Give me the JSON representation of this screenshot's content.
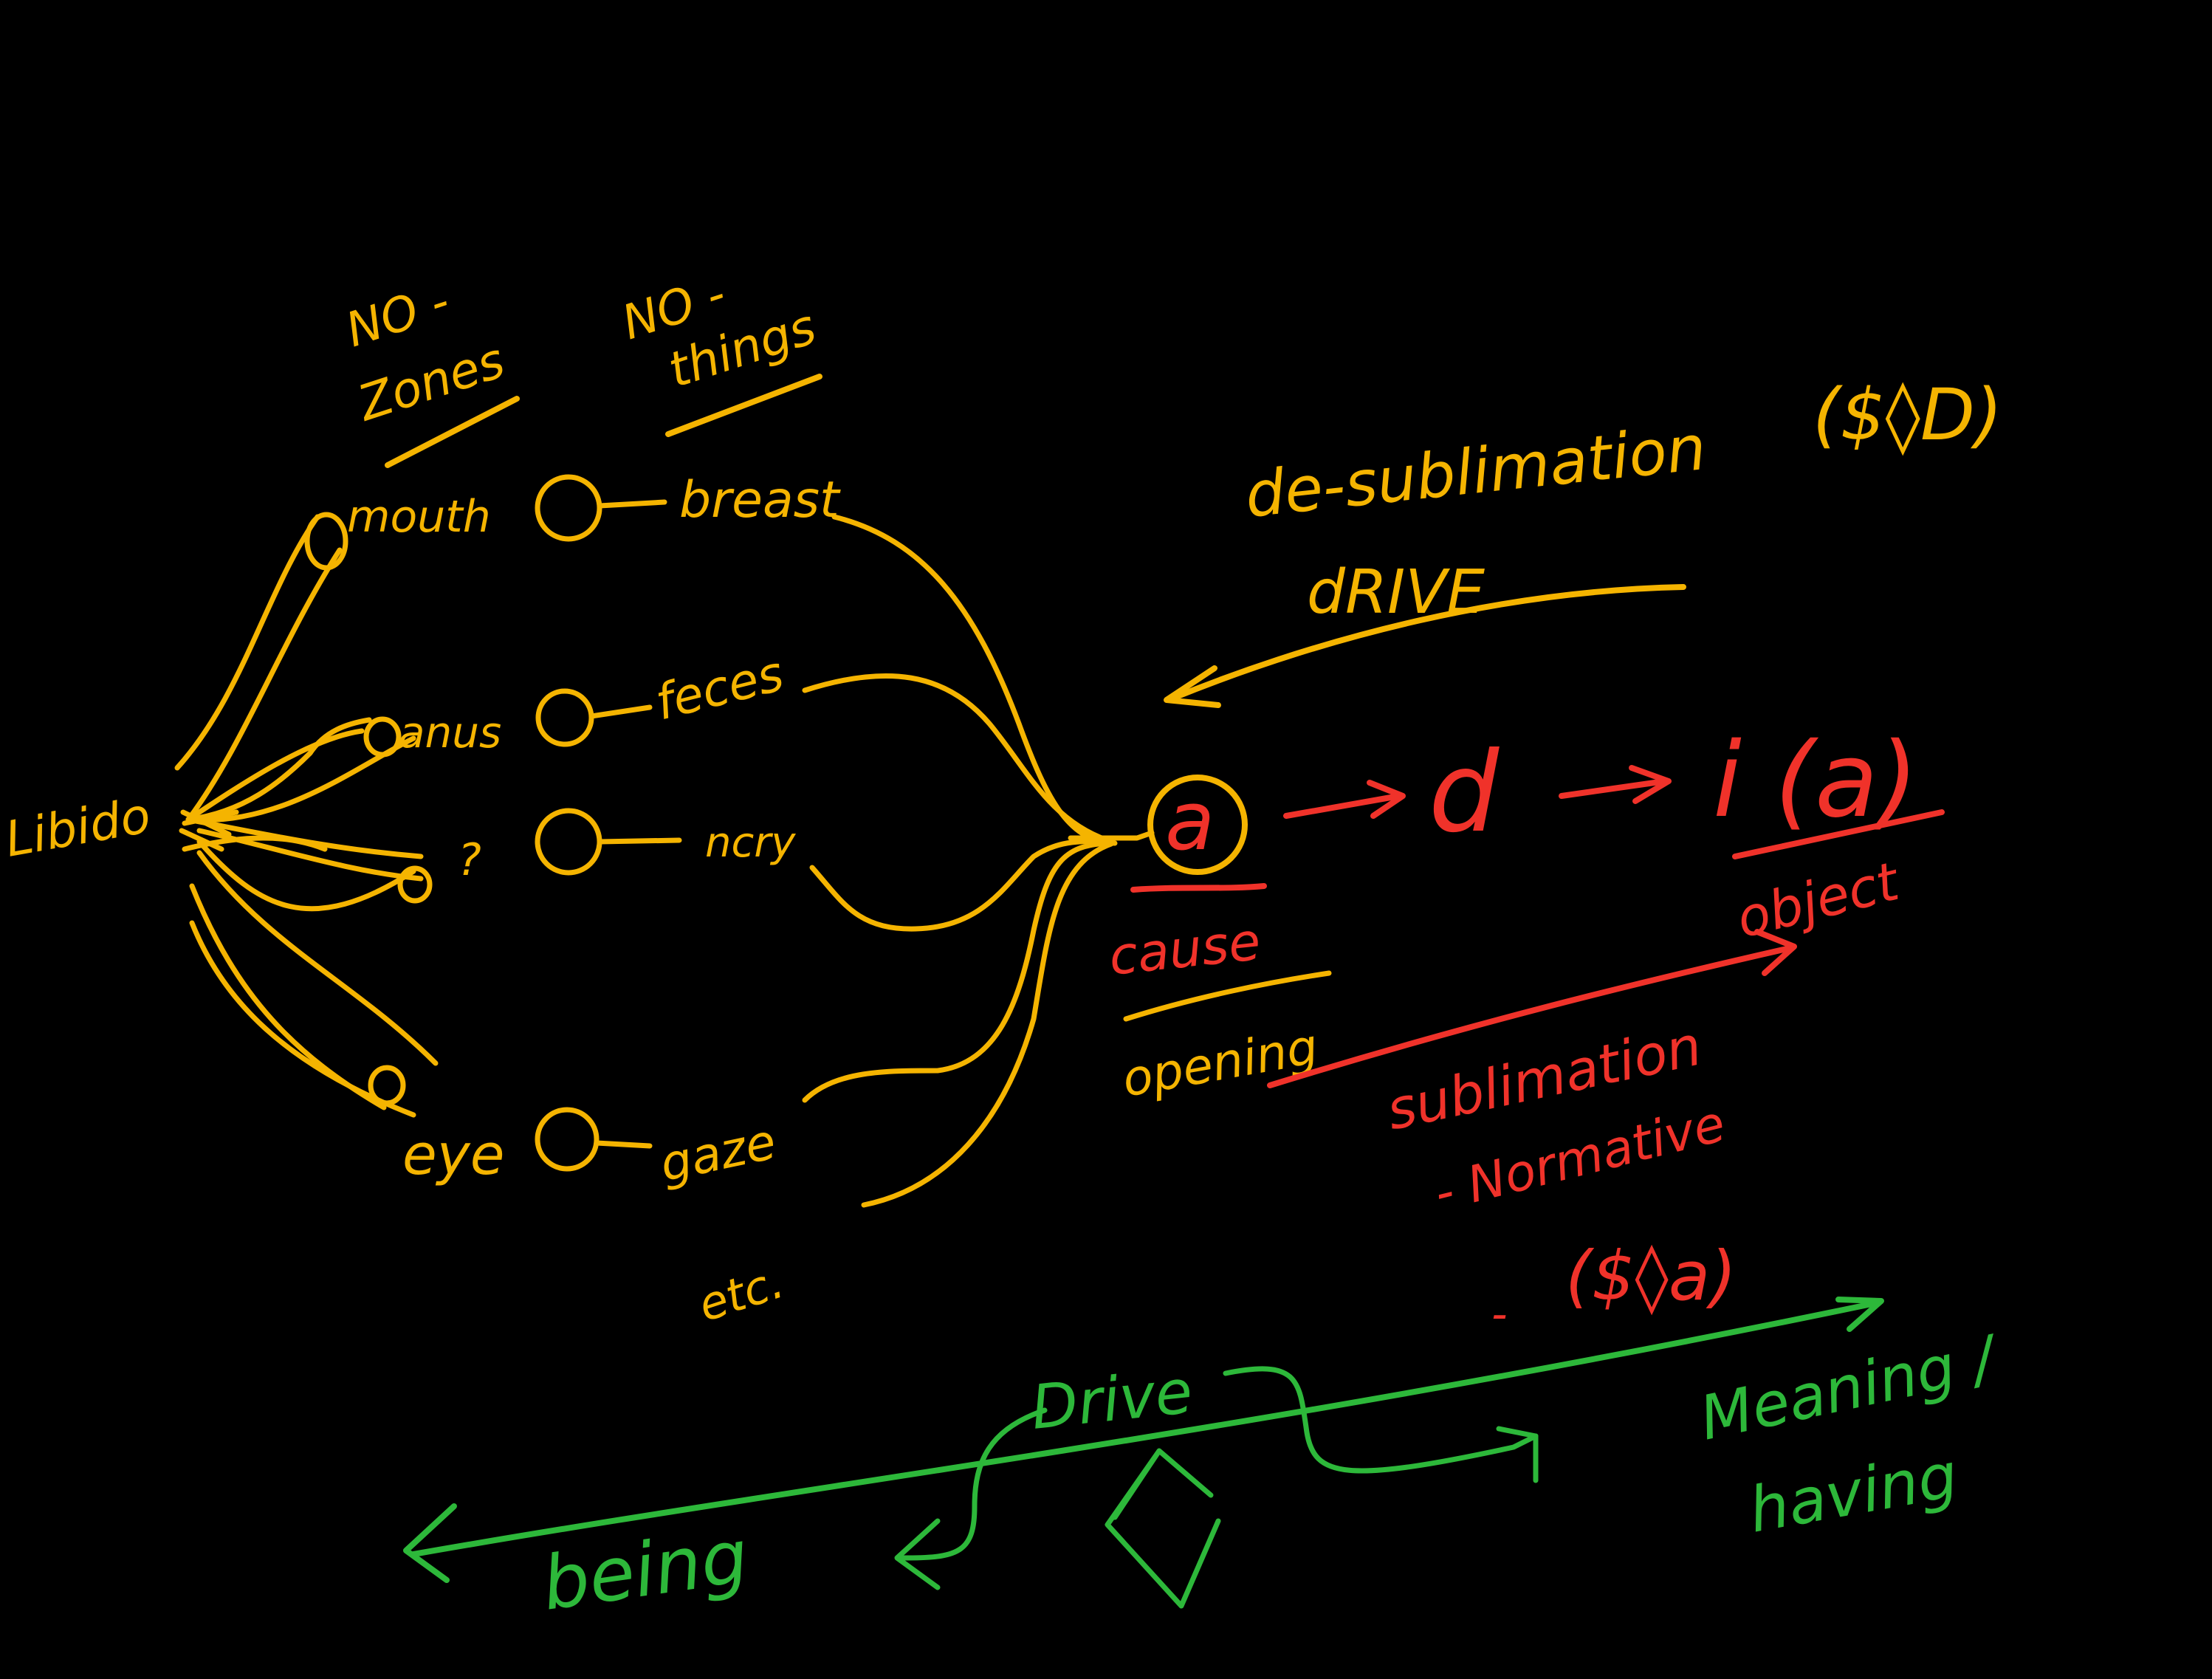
{
  "colors": {
    "background": "#000000",
    "yellow": "#F5B400",
    "red": "#F0322A",
    "green": "#2DB83A"
  },
  "labels": {
    "libido": "Libido",
    "zones_header_no": "NO -",
    "zones_header": "Zones",
    "things_header_no": "NO -",
    "things_header": "things",
    "mouth": "mouth",
    "breast": "breast",
    "anus": "anus",
    "feces": "feces",
    "question": "?",
    "ncry": "ncry",
    "eye": "eye",
    "gaze": "gaze",
    "etc": "etc.",
    "desublimation": "de-sublimation",
    "desublimation_formula": "($◊D)",
    "drive_upper": "dRIVE",
    "a": "a",
    "d": "d",
    "ia": "i (a)",
    "object": "object",
    "cause": "cause",
    "opening": "opening",
    "sublimation": "sublimation",
    "normative": "- Normative",
    "normative_formula": "($◊a)",
    "dash": "-",
    "drive_lower": "Drive",
    "being": "being",
    "meaning": "Meaning /",
    "having": "having"
  }
}
